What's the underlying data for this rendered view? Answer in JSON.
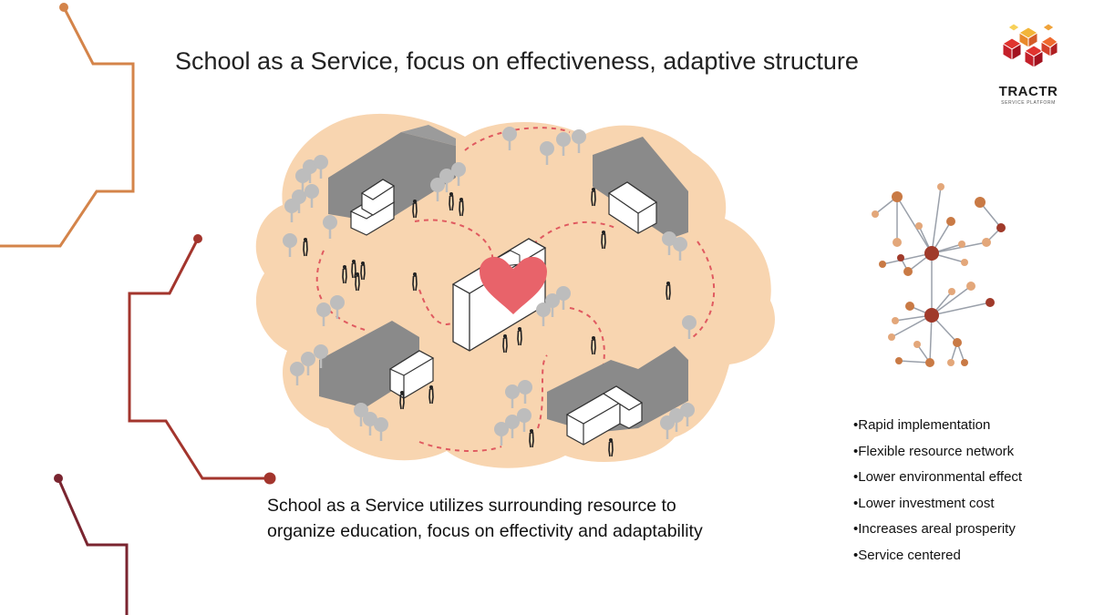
{
  "slide": {
    "title": "School as a Service, focus on effectiveness, adaptive structure",
    "description": "School as a Service utilizes surrounding resource to organize education, focus on effectivity and adaptability",
    "benefits": [
      "•Rapid implementation",
      "•Flexible resource network",
      "•Lower environmental effect",
      "•Lower investment cost",
      "•Increases areal prosperity",
      "•Service centered"
    ]
  },
  "logo": {
    "name": "TRACTR",
    "tagline": "SERVICE PLATFORM",
    "icon": "isometric-cubes-logo-icon"
  },
  "diagram": {
    "icons": [
      "heart-icon",
      "building-icon",
      "tree-icon",
      "person-icon",
      "network-graph-icon",
      "circuit-line-decoration"
    ]
  },
  "colors": {
    "blob": "#f8d5b0",
    "heart": "#e8636a",
    "building": "#8a8a8a",
    "tree": "#bdbdbd",
    "path": "#e05a60",
    "circuit_orange": "#d4844a",
    "circuit_red": "#a3352d",
    "circuit_dark": "#7a2530",
    "network_orange": "#c97a45",
    "network_light": "#e3a77a",
    "network_dark": "#a03a2a",
    "network_line": "#9aa0aa"
  }
}
